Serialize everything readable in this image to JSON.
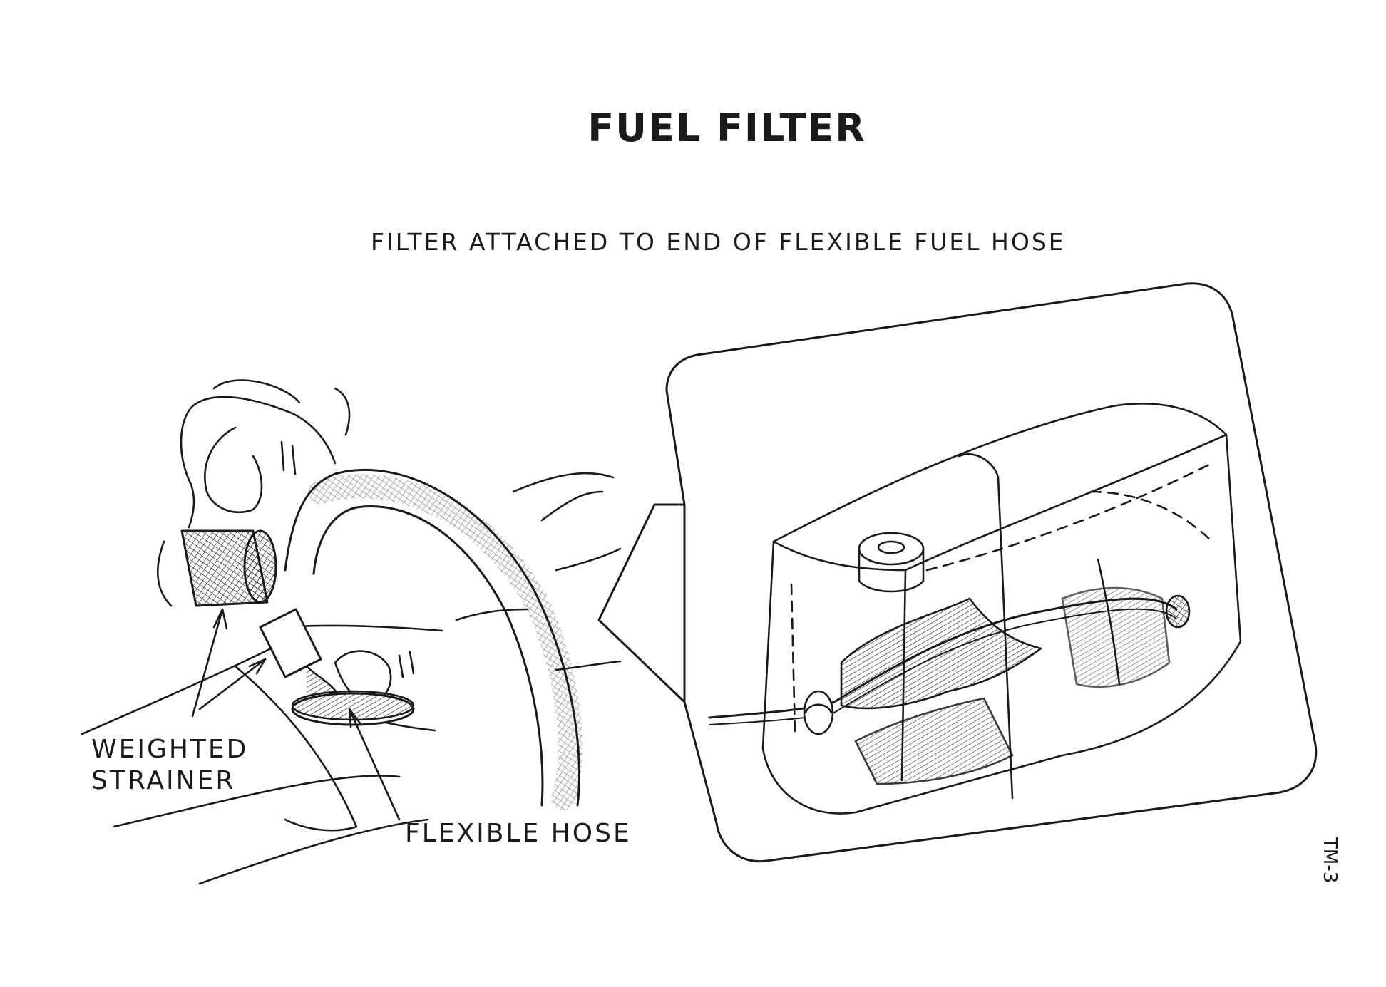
{
  "title": "FUEL FILTER",
  "subtitle": "FILTER ATTACHED TO END OF FLEXIBLE FUEL HOSE",
  "labels": {
    "weighted_strainer_line1": "WEIGHTED",
    "weighted_strainer_line2": "STRAINER",
    "flexible_hose": "FLEXIBLE HOSE"
  },
  "page_id": "TM-3"
}
